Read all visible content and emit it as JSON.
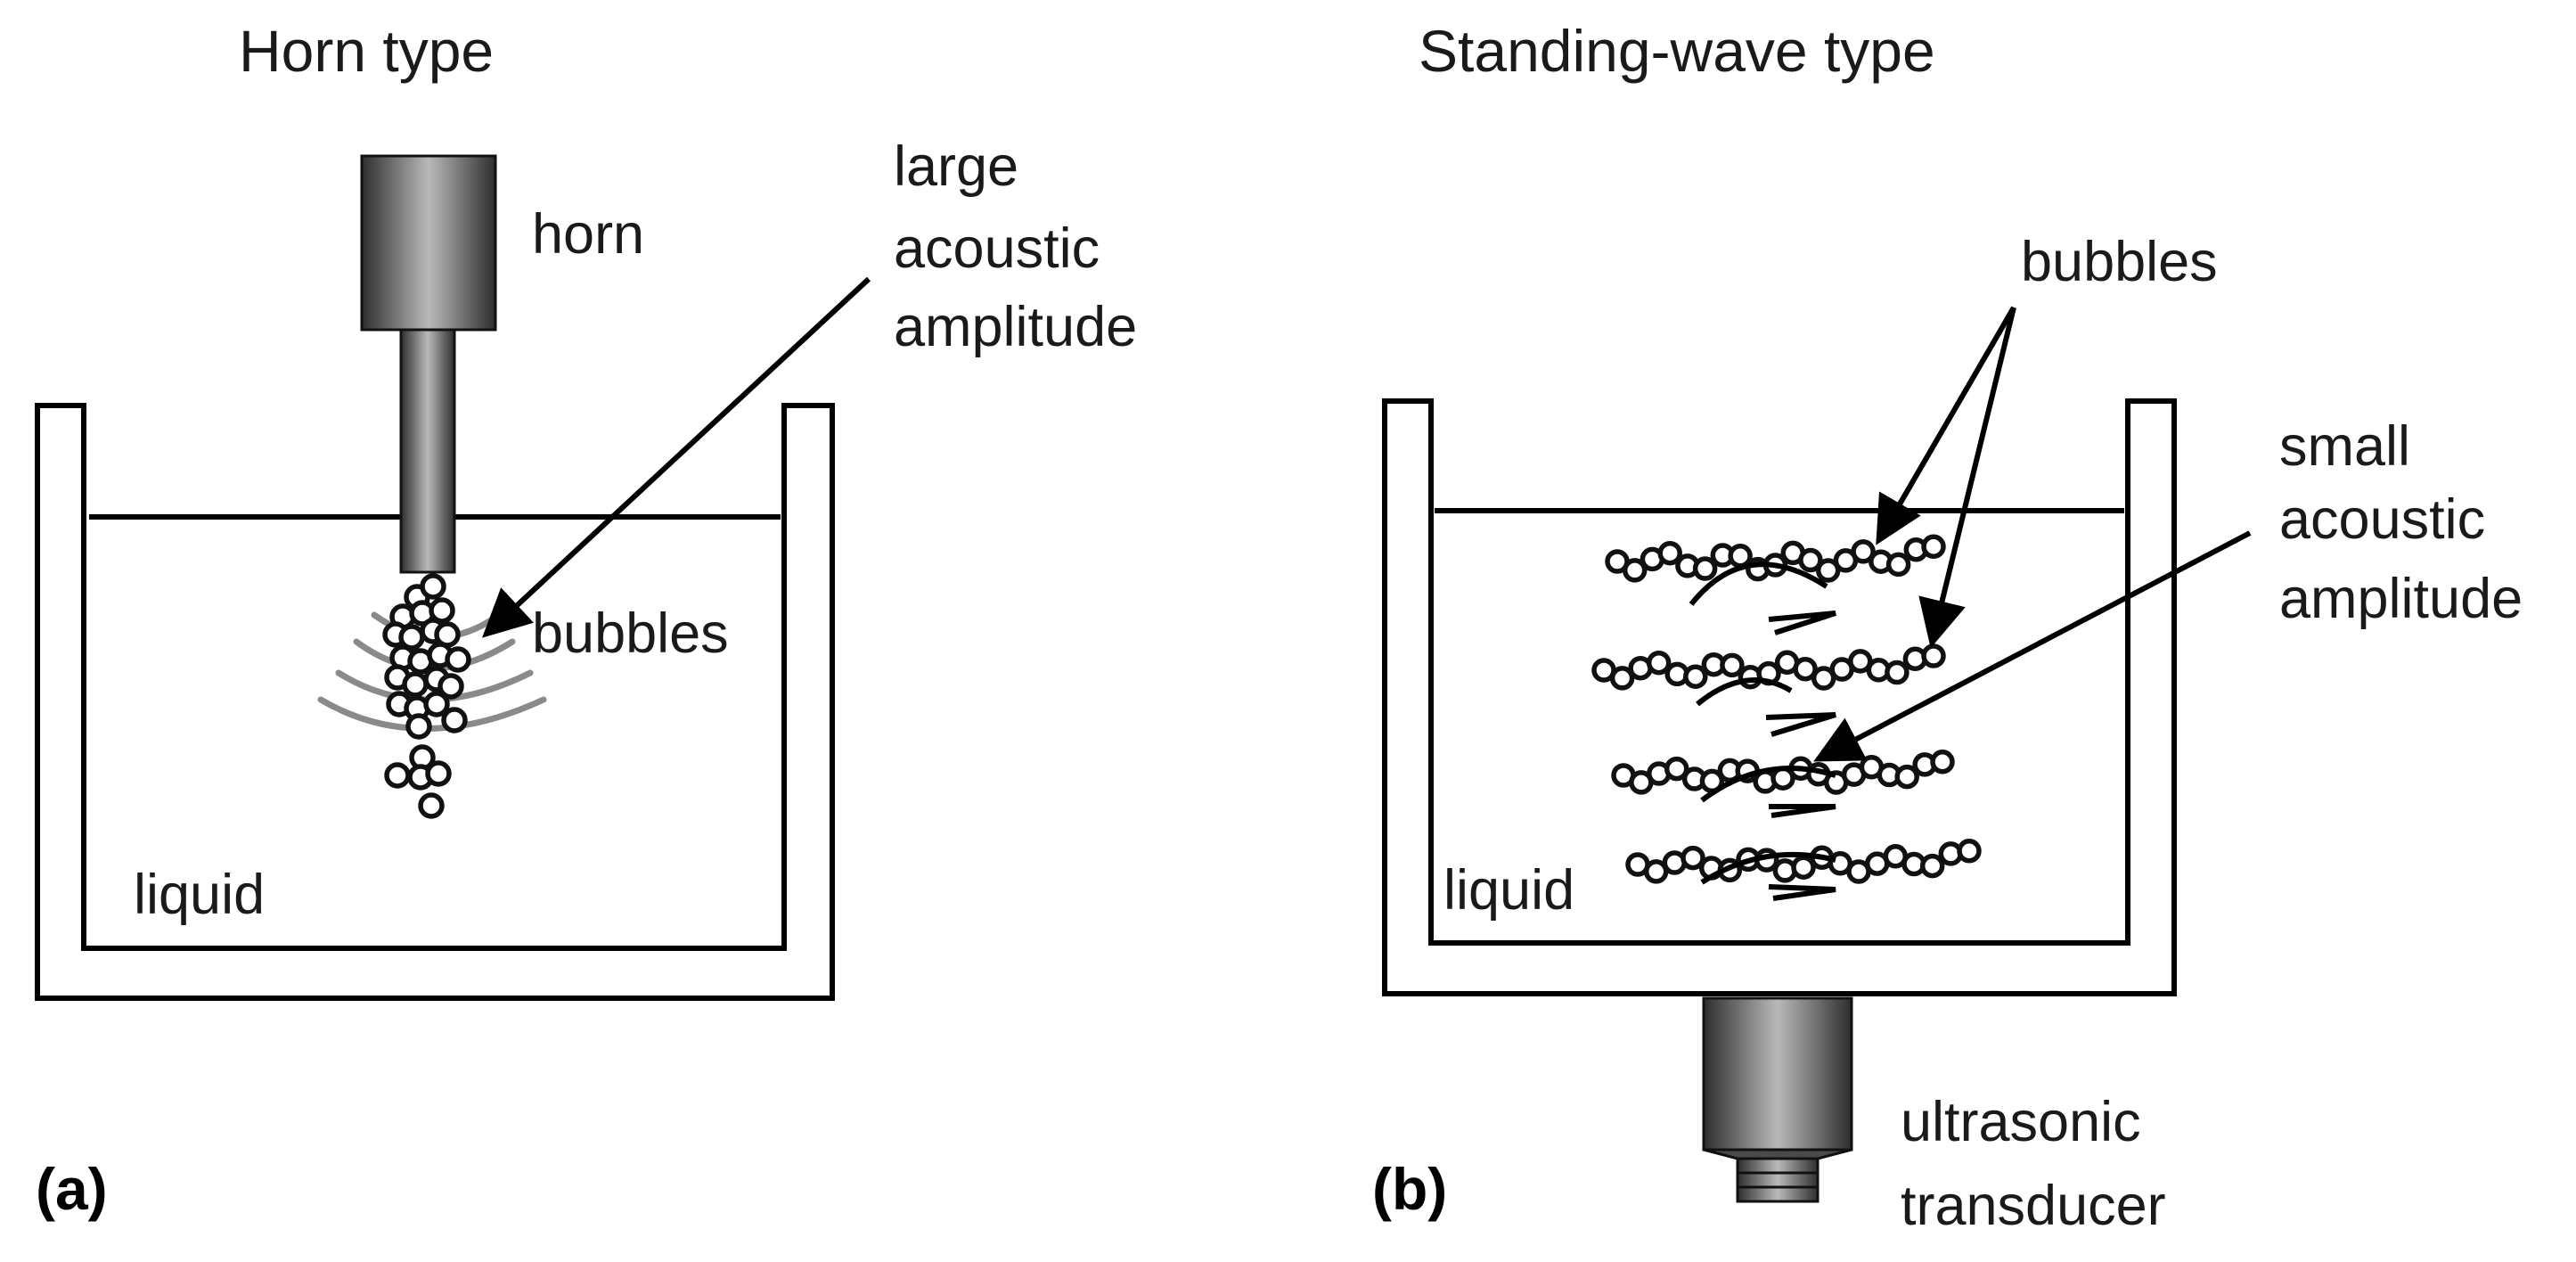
{
  "panel_a": {
    "title": "Horn type",
    "panel_label": "(a)",
    "horn_label": "horn",
    "amplitude_label": [
      "large",
      "acoustic",
      "amplitude"
    ],
    "bubbles_label": "bubbles",
    "liquid_label": "liquid"
  },
  "panel_b": {
    "title": "Standing-wave type",
    "panel_label": "(b)",
    "bubbles_label": "bubbles",
    "amplitude_label": [
      "small",
      "acoustic",
      "amplitude"
    ],
    "liquid_label": "liquid",
    "transducer_label": [
      "ultrasonic",
      "transducer"
    ]
  },
  "colors": {
    "ink": "#000000",
    "horn_light": "#b9b9b9",
    "horn_dark": "#3a3a3a",
    "wave_gray": "#8a8a8a"
  }
}
